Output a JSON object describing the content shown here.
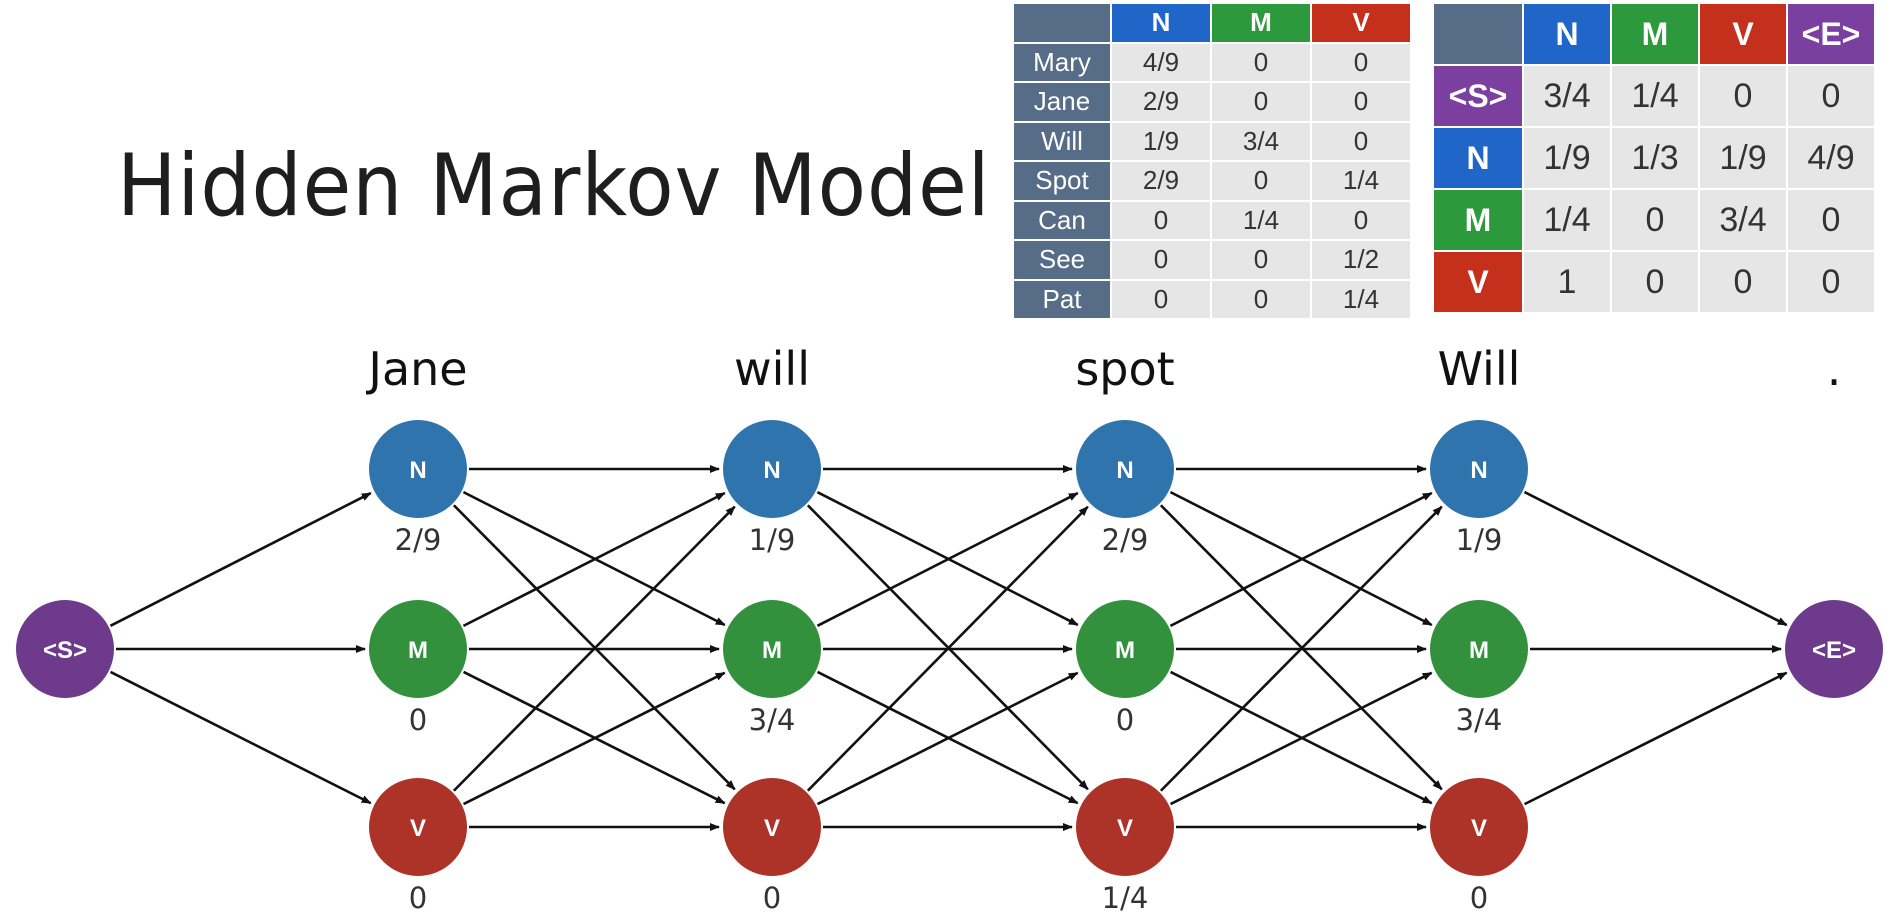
{
  "title": "Hidden Markov Model",
  "colors": {
    "N": "#2f74ac",
    "M": "#33913e",
    "V": "#ad3227",
    "S": "#6e3a8c",
    "E": "#6e3a8c",
    "th_N": "#1f66c8",
    "th_M": "#2c9a3c",
    "th_V": "#c4301c",
    "th_E": "#7b3fa0",
    "th_S": "#7b3fa0"
  },
  "emission": {
    "headers": [
      "N",
      "M",
      "V"
    ],
    "rows": [
      {
        "word": "Mary",
        "values": [
          "4/9",
          "0",
          "0"
        ]
      },
      {
        "word": "Jane",
        "values": [
          "2/9",
          "0",
          "0"
        ]
      },
      {
        "word": "Will",
        "values": [
          "1/9",
          "3/4",
          "0"
        ]
      },
      {
        "word": "Spot",
        "values": [
          "2/9",
          "0",
          "1/4"
        ]
      },
      {
        "word": "Can",
        "values": [
          "0",
          "1/4",
          "0"
        ]
      },
      {
        "word": "See",
        "values": [
          "0",
          "0",
          "1/2"
        ]
      },
      {
        "word": "Pat",
        "values": [
          "0",
          "0",
          "1/4"
        ]
      }
    ]
  },
  "transition": {
    "headers": [
      "N",
      "M",
      "V",
      "<E>"
    ],
    "rows": [
      {
        "state": "<S>",
        "values": [
          "3/4",
          "1/4",
          "0",
          "0"
        ]
      },
      {
        "state": "N",
        "values": [
          "1/9",
          "1/3",
          "1/9",
          "4/9"
        ]
      },
      {
        "state": "M",
        "values": [
          "1/4",
          "0",
          "3/4",
          "0"
        ]
      },
      {
        "state": "V",
        "values": [
          "1",
          "0",
          "0",
          "0"
        ]
      }
    ]
  },
  "trellis": {
    "start_label": "<S>",
    "end_label": "<E>",
    "columns": [
      {
        "word": "Jane",
        "probs": {
          "N": "2/9",
          "M": "0",
          "V": "0"
        }
      },
      {
        "word": "will",
        "probs": {
          "N": "1/9",
          "M": "3/4",
          "V": "0"
        }
      },
      {
        "word": "spot",
        "probs": {
          "N": "2/9",
          "M": "0",
          "V": "1/4"
        }
      },
      {
        "word": "Will",
        "probs": {
          "N": "1/9",
          "M": "3/4",
          "V": "0"
        }
      }
    ],
    "end_word": ".",
    "states": [
      "N",
      "M",
      "V"
    ]
  }
}
